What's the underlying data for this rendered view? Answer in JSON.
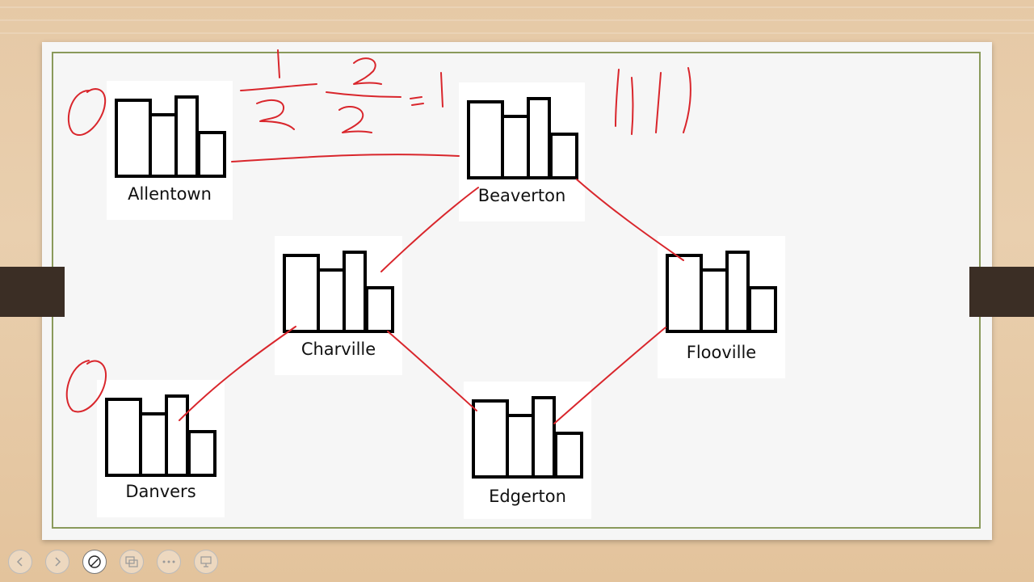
{
  "towns": [
    {
      "id": "allentown",
      "name": "Allentown"
    },
    {
      "id": "beaverton",
      "name": "Beaverton"
    },
    {
      "id": "charville",
      "name": "Charville"
    },
    {
      "id": "danvers",
      "name": "Danvers"
    },
    {
      "id": "edgerton",
      "name": "Edgerton"
    },
    {
      "id": "flooville",
      "name": "Flooville"
    }
  ],
  "edges": [
    [
      "allentown",
      "beaverton"
    ],
    [
      "beaverton",
      "charville"
    ],
    [
      "beaverton",
      "flooville"
    ],
    [
      "charville",
      "danvers"
    ],
    [
      "charville",
      "edgerton"
    ],
    [
      "edgerton",
      "flooville"
    ]
  ],
  "ink_color": "#d9262c",
  "toolbar": {
    "buttons": [
      {
        "id": "previous-slide",
        "icon": "chevron-left-icon",
        "active": false
      },
      {
        "id": "next-slide",
        "icon": "chevron-right-icon",
        "active": false
      },
      {
        "id": "pen-tool",
        "icon": "pen-icon",
        "active": true
      },
      {
        "id": "see-all-slides",
        "icon": "slides-icon",
        "active": false
      },
      {
        "id": "more-options",
        "icon": "ellipsis-icon",
        "active": false
      },
      {
        "id": "presenter-view",
        "icon": "presenter-icon",
        "active": false
      }
    ]
  }
}
